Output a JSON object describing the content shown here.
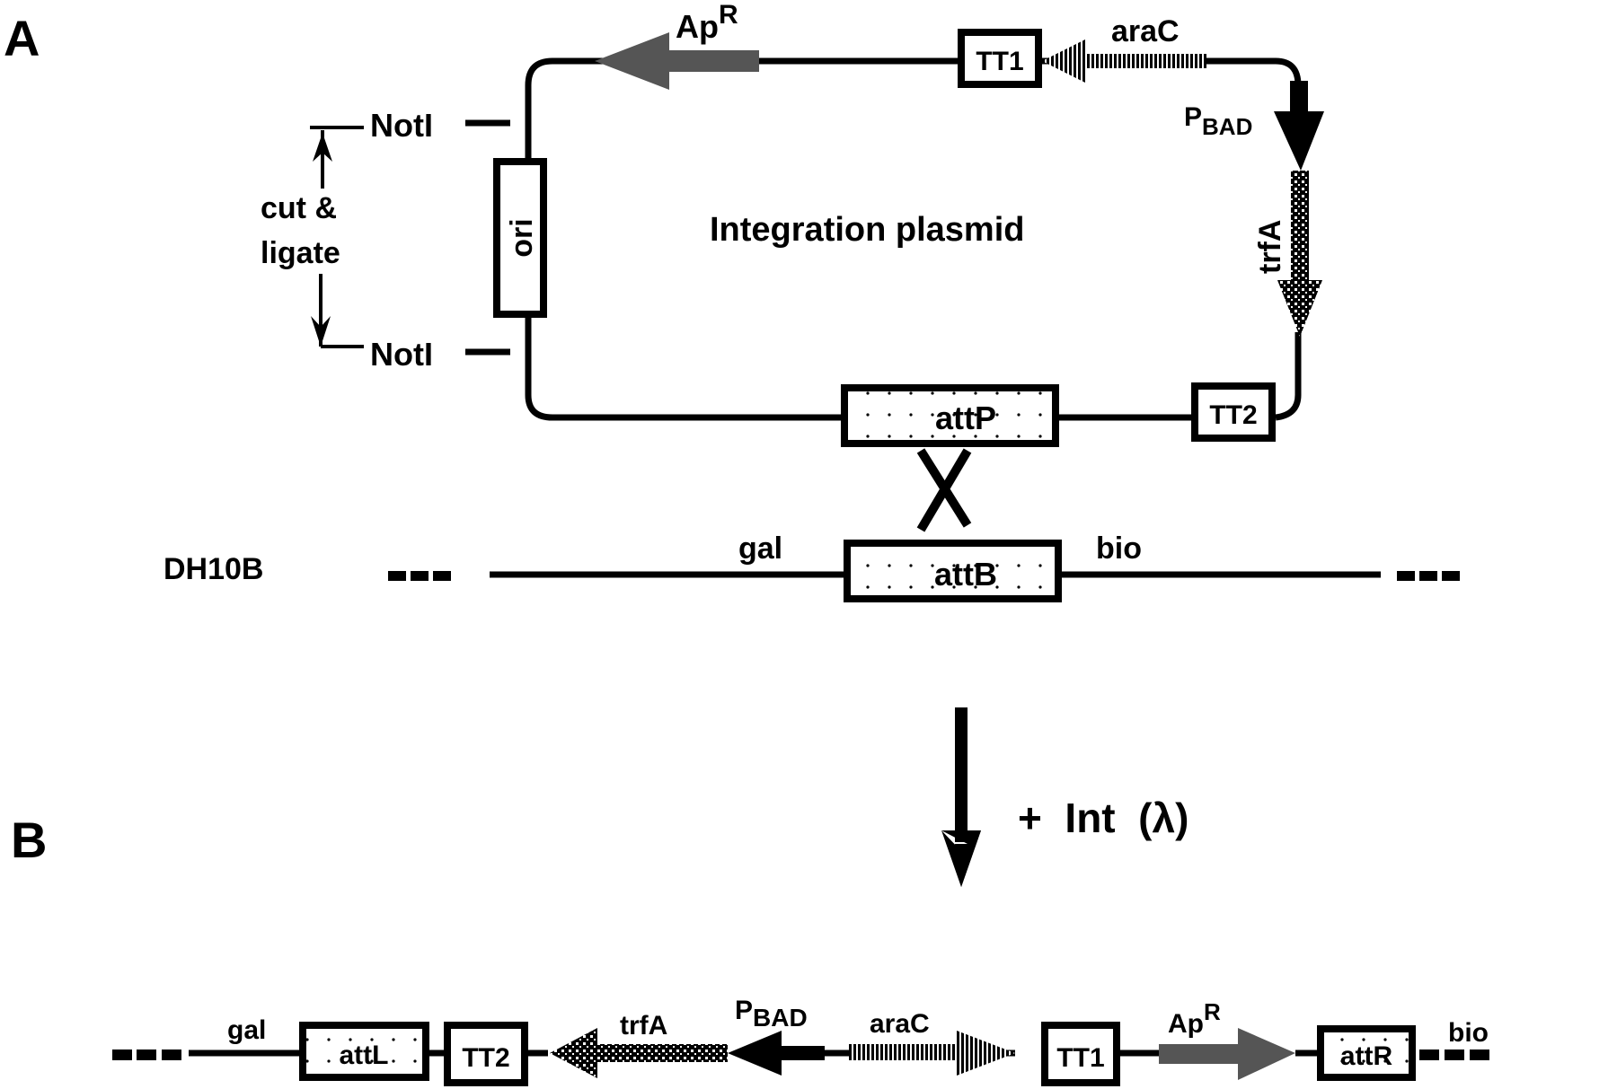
{
  "panels": {
    "a_label": "A",
    "b_label": "B"
  },
  "plasmid": {
    "title": "Integration plasmid",
    "elements": {
      "apr": {
        "name": "Ap",
        "sup": "R",
        "color": "#555555"
      },
      "tt1": "TT1",
      "arac": "araC",
      "pbad": {
        "name": "P",
        "sub": "BAD"
      },
      "trfa": "trfA",
      "tt2": "TT2",
      "attp": "attP",
      "ori": "ori"
    },
    "notI_top": "NotI",
    "notI_bottom": "NotI",
    "cut_ligate_line1": "cut  &",
    "cut_ligate_line2": "ligate"
  },
  "chromosome": {
    "strain": "DH10B",
    "left_gene": "gal",
    "site": "attB",
    "right_gene": "bio"
  },
  "reaction": {
    "label": "+  Int  (λ)"
  },
  "product": {
    "left_gene": "gal",
    "attl": "attL",
    "tt2": "TT2",
    "trfa": "trfA",
    "pbad": {
      "name": "P",
      "sub": "BAD"
    },
    "arac": "araC",
    "tt1": "TT1",
    "apr": {
      "name": "Ap",
      "sup": "R"
    },
    "attr": "attR",
    "right_gene": "bio"
  }
}
